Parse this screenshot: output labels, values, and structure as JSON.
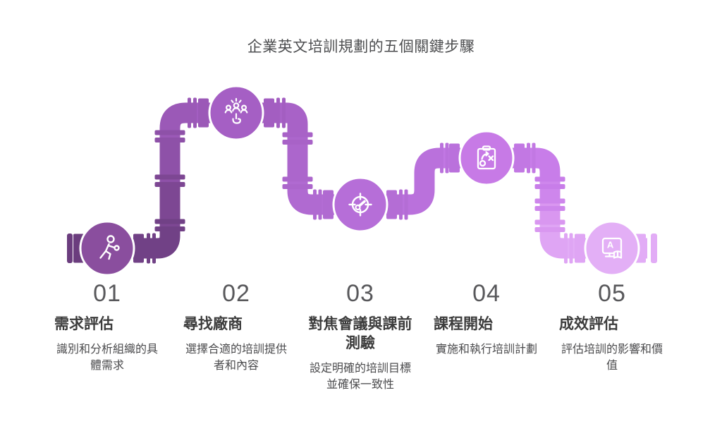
{
  "title": "企業英文培訓規劃的五個關鍵步驟",
  "steps": [
    {
      "number": "01",
      "title": "需求評估",
      "description": "識別和分析組織的具體需求",
      "icon": "running-person-icon",
      "circle_color": "#8A4E9E"
    },
    {
      "number": "02",
      "title": "尋找廠商",
      "description": "選擇合適的培訓提供者和內容",
      "icon": "select-people-icon",
      "circle_color": "#A55FC4"
    },
    {
      "number": "03",
      "title": "對焦會議與課前測驗",
      "description": "設定明確的培訓目標並確保一致性",
      "icon": "target-gauge-icon",
      "circle_color": "#B66ED8"
    },
    {
      "number": "04",
      "title": "課程開始",
      "description": "實施和執行培訓計劃",
      "icon": "strategy-clipboard-icon",
      "circle_color": "#C77AE6"
    },
    {
      "number": "05",
      "title": "成效評估",
      "description": "評估培訓的影響和價值",
      "icon": "screen-book-icon",
      "circle_color": "#E3AFF6"
    }
  ],
  "colors": {
    "pipe_bands": [
      "#6B3D7E",
      "#714186",
      "#7D4793",
      "#8E51A8",
      "#9B59B7",
      "#A35EC1",
      "#A862C7",
      "#AC66CC",
      "#B06AD1",
      "#B46DD5",
      "#BA71DC",
      "#C278E3",
      "#C87DE9",
      "#CE86EC",
      "#D997F0",
      "#DFA5F4",
      "#E2ACF6"
    ],
    "icon_stroke": "#FFFFFF",
    "heading_text": "#4D4E50",
    "number_text": "#58585B",
    "title_text": "#3C3C3C",
    "description_text": "#4B4B4D",
    "background": "#FFFFFF"
  }
}
